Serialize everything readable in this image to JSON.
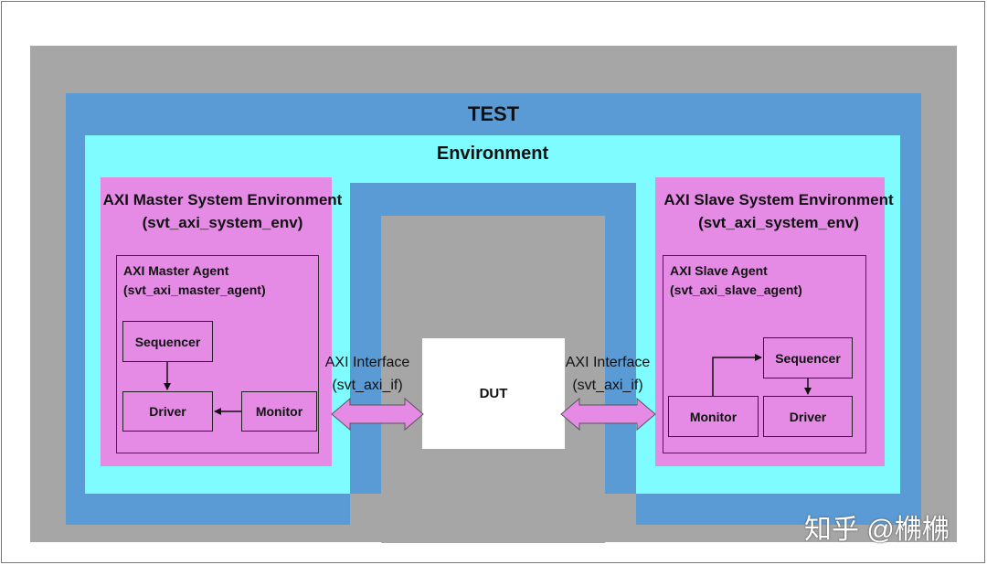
{
  "test": {
    "title": "TEST"
  },
  "environment": {
    "title": "Environment"
  },
  "master_env": {
    "title": "AXI Master System Environment",
    "subtitle": "(svt_axi_system_env)",
    "agent": {
      "title": "AXI Master Agent",
      "subtitle": "(svt_axi_master_agent)",
      "sequencer": "Sequencer",
      "driver": "Driver",
      "monitor": "Monitor"
    }
  },
  "slave_env": {
    "title": "AXI Slave System Environment",
    "subtitle": "(svt_axi_system_env)",
    "agent": {
      "title": "AXI Slave Agent",
      "subtitle": "(svt_axi_slave_agent)",
      "sequencer": "Sequencer",
      "driver": "Driver",
      "monitor": "Monitor"
    }
  },
  "left_interface": {
    "title": "AXI Interface",
    "subtitle": "(svt_axi_if)"
  },
  "right_interface": {
    "title": "AXI Interface",
    "subtitle": "(svt_axi_if)"
  },
  "dut": {
    "label": "DUT"
  },
  "watermark": {
    "text": "知乎 @梻梻"
  },
  "colors": {
    "test_layer": "#5b9bd5",
    "environment_layer": "#7ffcff",
    "system_env": "#e58be6",
    "background": "#a6a6a6",
    "dut": "#ffffff"
  }
}
